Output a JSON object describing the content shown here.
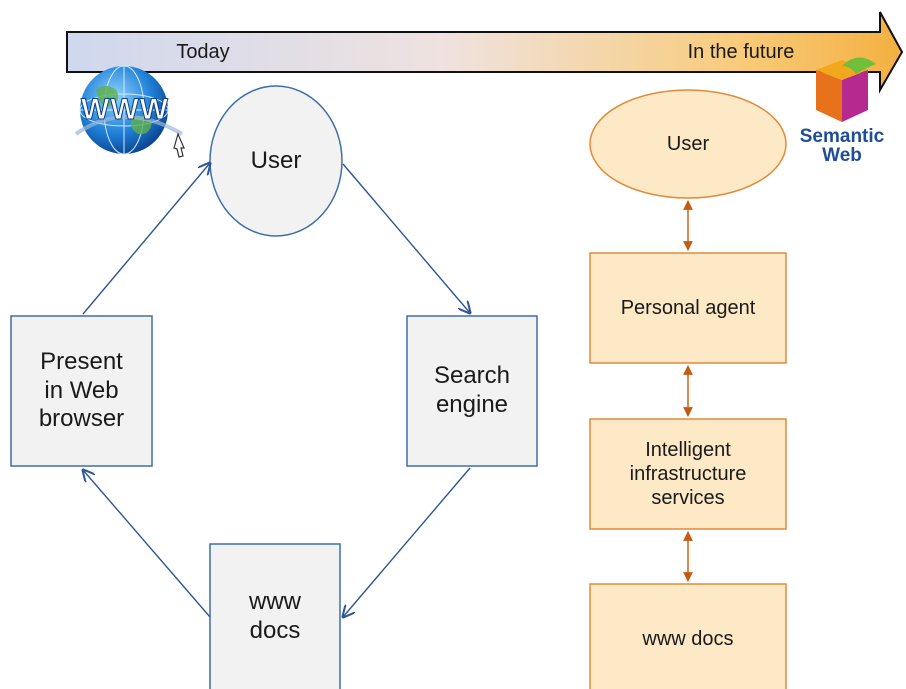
{
  "timeline": {
    "today": "Today",
    "future": "In the future"
  },
  "left_flow": {
    "user": "User",
    "search_engine": "Search\nengine",
    "www_docs": "www\ndocs",
    "present": "Present\nin Web\nbrowser"
  },
  "right_flow": {
    "user": "User",
    "personal_agent": "Personal agent",
    "intelligent_services": "Intelligent\ninfrastructure\nservices",
    "www_docs": "www docs"
  },
  "logos": {
    "www_text": "WWW",
    "semantic_web": "Semantic\nWeb"
  },
  "colors": {
    "blue_box_fill": "#f2f2f2",
    "blue_stroke": "#3e6fa8",
    "orange_fill": "#fde9c6",
    "orange_stroke": "#e08a3a",
    "arrow_blue": "#2f5597",
    "arrow_orange": "#c55a11",
    "semantic_web_text": "#1f4e96"
  }
}
